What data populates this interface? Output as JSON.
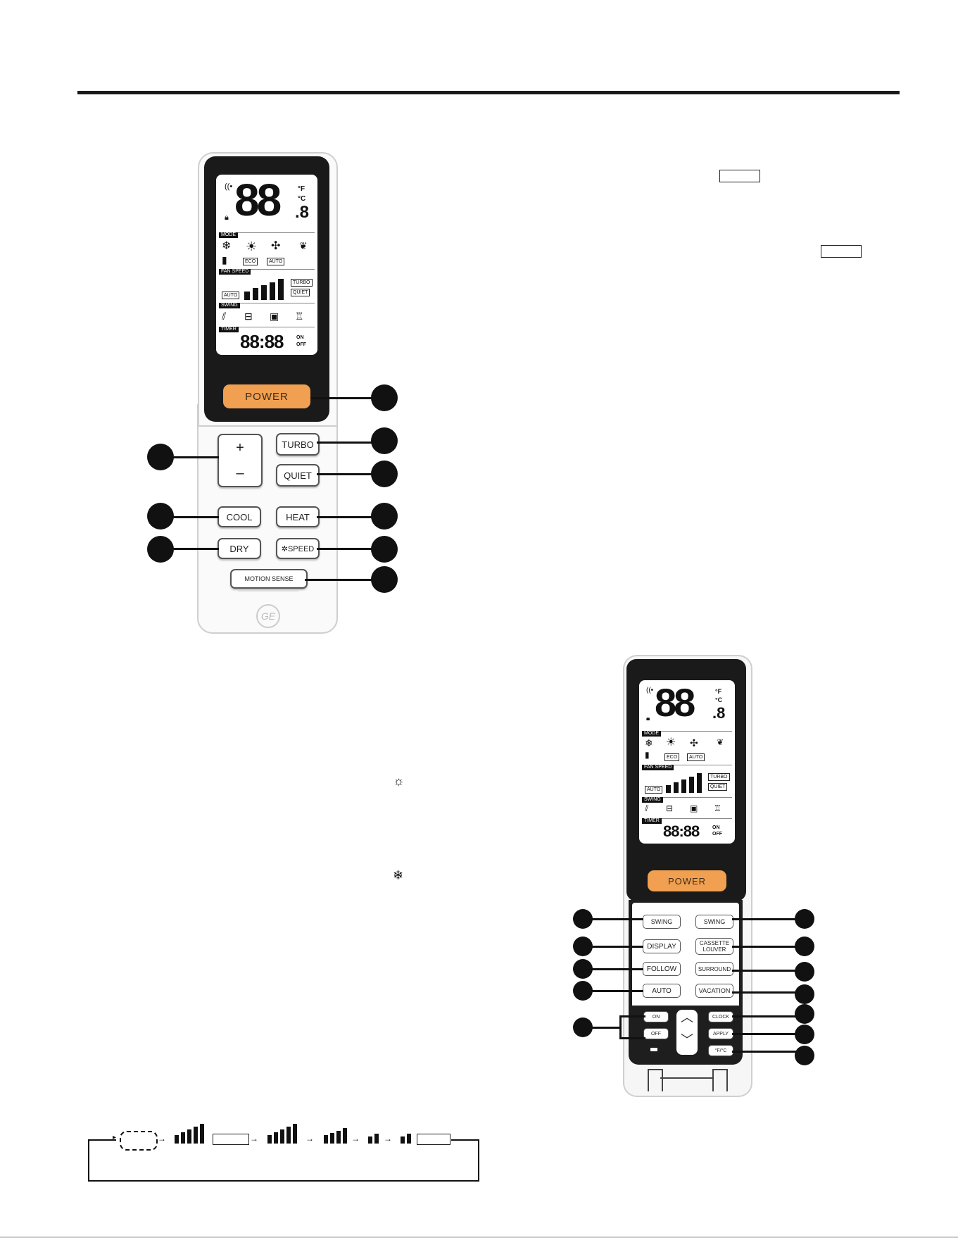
{
  "remote1": {
    "lcd": {
      "temp_display": "88",
      "temp_decimal": ".8",
      "unit_f": "°F",
      "unit_c": "°C",
      "mode_label": "MODE",
      "eco_label": "ECO",
      "auto_mode_label": "AUTO",
      "fan_speed_label": "FAN SPEED",
      "fan_auto_label": "AUTO",
      "turbo_label": "TURBO",
      "quiet_label": "QUIET",
      "swing_label": "SWING",
      "timer_label": "TIMER",
      "timer_display": "88:88",
      "timer_on": "ON",
      "timer_off": "OFF"
    },
    "buttons": {
      "power": "POWER",
      "plus": "+",
      "minus": "–",
      "turbo": "TURBO",
      "quiet": "QUIET",
      "cool": "COOL",
      "heat": "HEAT",
      "dry": "DRY",
      "speed": "✲SPEED",
      "motion_sense": "MOTION SENSE"
    }
  },
  "remote2": {
    "lcd": {
      "temp_display": "88",
      "temp_decimal": ".8",
      "unit_f": "°F",
      "unit_c": "°C",
      "mode_label": "MODE",
      "eco_label": "ECO",
      "auto_mode_label": "AUTO",
      "fan_speed_label": "FAN SPEED",
      "fan_auto_label": "AUTO",
      "turbo_label": "TURBO",
      "quiet_label": "QUIET",
      "swing_label": "SWING",
      "timer_label": "TIMER",
      "timer_display": "88:88",
      "timer_on": "ON",
      "timer_off": "OFF"
    },
    "buttons": {
      "power": "POWER",
      "swing_h": "SWING",
      "swing_v": "SWING",
      "display": "DISPLAY",
      "cassette_louver": "CASSETTE LOUVER",
      "follow": "FOLLOW",
      "surround": "SURROUND",
      "auto": "AUTO",
      "vacation": "VACATION",
      "timer_on": "ON",
      "timer_off": "OFF",
      "clock": "CLOCK",
      "apply": "APPLY",
      "f_c": "°F/°C"
    }
  },
  "colors": {
    "power_button": "#f0a050",
    "remote_body": "#1a1a1a",
    "callout": "#111111"
  },
  "icons": [
    "sun-icon",
    "snowflake-icon",
    "fan-icon",
    "wifi-icon",
    "lock-icon",
    "ge-logo-icon"
  ]
}
